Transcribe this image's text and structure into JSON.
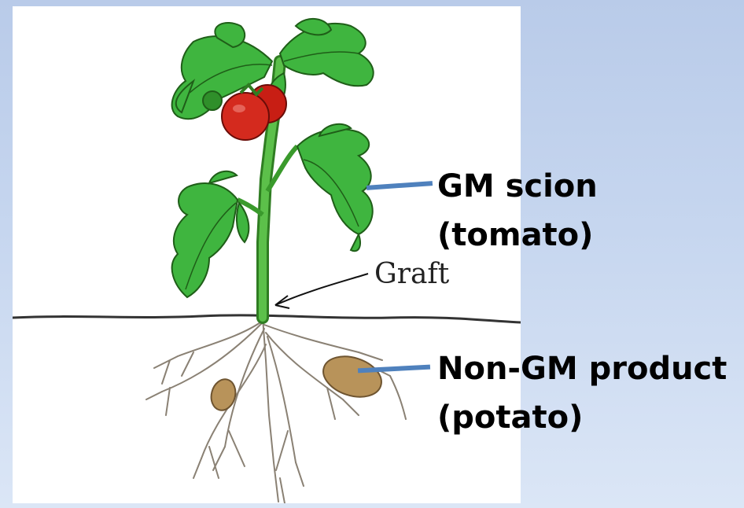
{
  "labels": {
    "graft": "Graft",
    "scion_line1": "GM scion",
    "scion_line2": "(tomato)",
    "product_line1": "Non-GM product",
    "product_line2": "(potato)"
  },
  "colors": {
    "background": "#c6d6ef",
    "leaf": "#3fb53f",
    "leaf_dark": "#1f7a1f",
    "stem": "#4caf3a",
    "tomato": "#d42a1e",
    "potato": "#b8935a",
    "root": "#8a8174",
    "ground": "#333333",
    "leader": "#4f81bd"
  },
  "icons": [
    "tomato-plant-illustration",
    "potato-tuber-icon",
    "tomato-fruit-icon"
  ]
}
